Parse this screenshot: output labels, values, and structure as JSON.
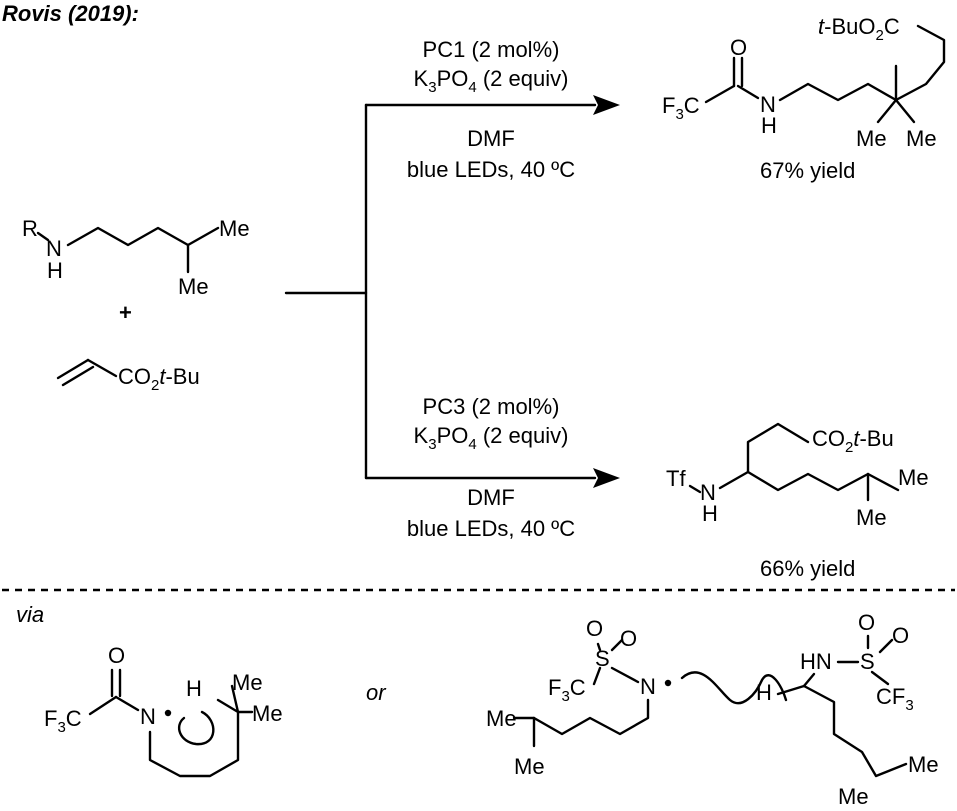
{
  "header": {
    "title": "Rovis (2019):"
  },
  "starting_materials": {
    "amine": {
      "r_label": "R",
      "n_label": "N",
      "h_label": "H",
      "me1": "Me",
      "me2": "Me"
    },
    "plus": "+",
    "acrylate_label": "CO",
    "acrylate_sub": "2",
    "acrylate_tbu": "t",
    "acrylate_tail": "-Bu"
  },
  "top_reaction": {
    "catalyst": "PC1 (2 mol%)",
    "base_k": "K",
    "base_k_sub": "3",
    "base_po": "PO",
    "base_po_sub": "4",
    "base_equiv": " (2 equiv)",
    "solvent": "DMF",
    "conditions": "blue LEDs, 40 ºC",
    "product": {
      "f3c_f": "F",
      "f3c_sub": "3",
      "f3c_c": "C",
      "o_label": "O",
      "n_label": "N",
      "h_label": "H",
      "ester_t": "t",
      "ester_text": "-BuO",
      "ester_sub": "2",
      "ester_c": "C",
      "me1": "Me",
      "me2": "Me"
    },
    "yield": "67% yield"
  },
  "bottom_reaction": {
    "catalyst": "PC3 (2 mol%)",
    "base_k": "K",
    "base_k_sub": "3",
    "base_po": "PO",
    "base_po_sub": "4",
    "base_equiv": " (2 equiv)",
    "solvent": "DMF",
    "conditions": "blue LEDs, 40 ºC",
    "product": {
      "tf_label": "Tf",
      "n_label": "N",
      "h_label": "H",
      "ester_co": "CO",
      "ester_sub": "2",
      "ester_t": "t",
      "ester_tail": "-Bu",
      "me1": "Me",
      "me2": "Me"
    },
    "yield": "66% yield"
  },
  "mechanism": {
    "via_label": "via",
    "or_label": "or",
    "left_intermediate": {
      "o_label": "O",
      "f3c_f": "F",
      "f3c_sub": "3",
      "f3c_c": "C",
      "n_label": "N",
      "h_label": "H",
      "me1": "Me",
      "me2": "Me"
    },
    "right_intermediate": {
      "o1": "O",
      "o2": "O",
      "s1": "S",
      "f3c_f": "F",
      "f3c_sub": "3",
      "f3c_c": "C",
      "n_label": "N",
      "me1": "Me",
      "me2": "Me",
      "h_label": "H",
      "hn_label": "HN",
      "o3": "O",
      "o4": "O",
      "s2": "S",
      "cf3_c": "CF",
      "cf3_sub": "3",
      "me3": "Me",
      "me4": "Me"
    }
  }
}
